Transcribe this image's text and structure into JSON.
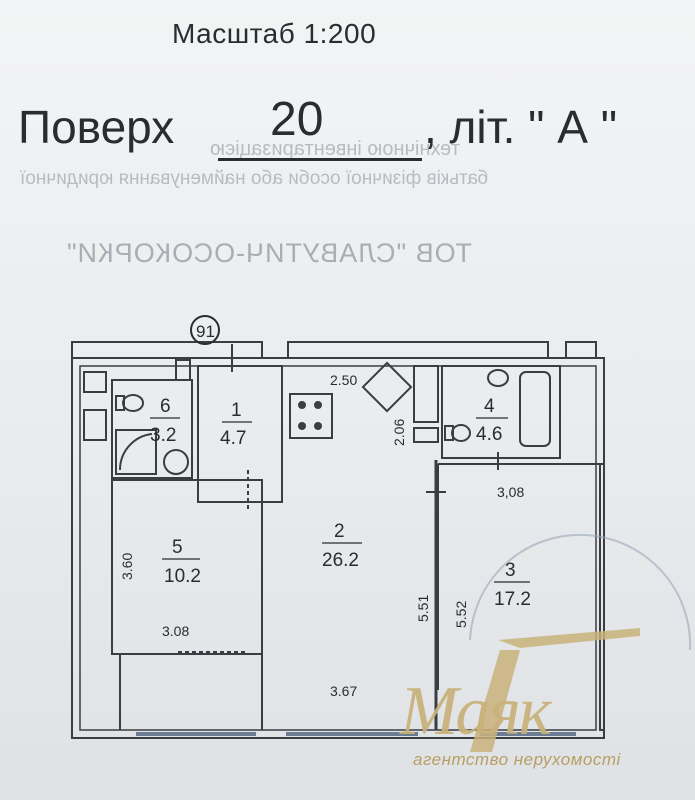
{
  "header": {
    "scale": "Масштаб 1:200",
    "floor_label": "Поверх",
    "floor_number": "20",
    "letter": ", літ. \" А \""
  },
  "faint_text": {
    "line1": "технічною інвентаризацією",
    "line2": "батьків фізичної особи або найменування юридичної",
    "line3": "ТОВ \"СЛАВУТИЧ-ОСОКОРКИ\""
  },
  "plan": {
    "marker": "91",
    "rooms": [
      {
        "num": "1",
        "area": "4.7"
      },
      {
        "num": "2",
        "area": "26.2"
      },
      {
        "num": "3",
        "area": "17.2"
      },
      {
        "num": "4",
        "area": "4.6"
      },
      {
        "num": "5",
        "area": "10.2"
      },
      {
        "num": "6",
        "area": "3.2"
      }
    ],
    "dimensions": [
      "2.50",
      "2.06",
      "3,08",
      "3.60",
      "5.51",
      "5.52",
      "3.08",
      "3.67"
    ]
  },
  "watermark": {
    "name": "Маяк",
    "subtitle": "агентство нерухомості"
  },
  "colors": {
    "ink": "#2a2c30",
    "wall": "#3a3d42",
    "watermark": "#c9b27a"
  }
}
